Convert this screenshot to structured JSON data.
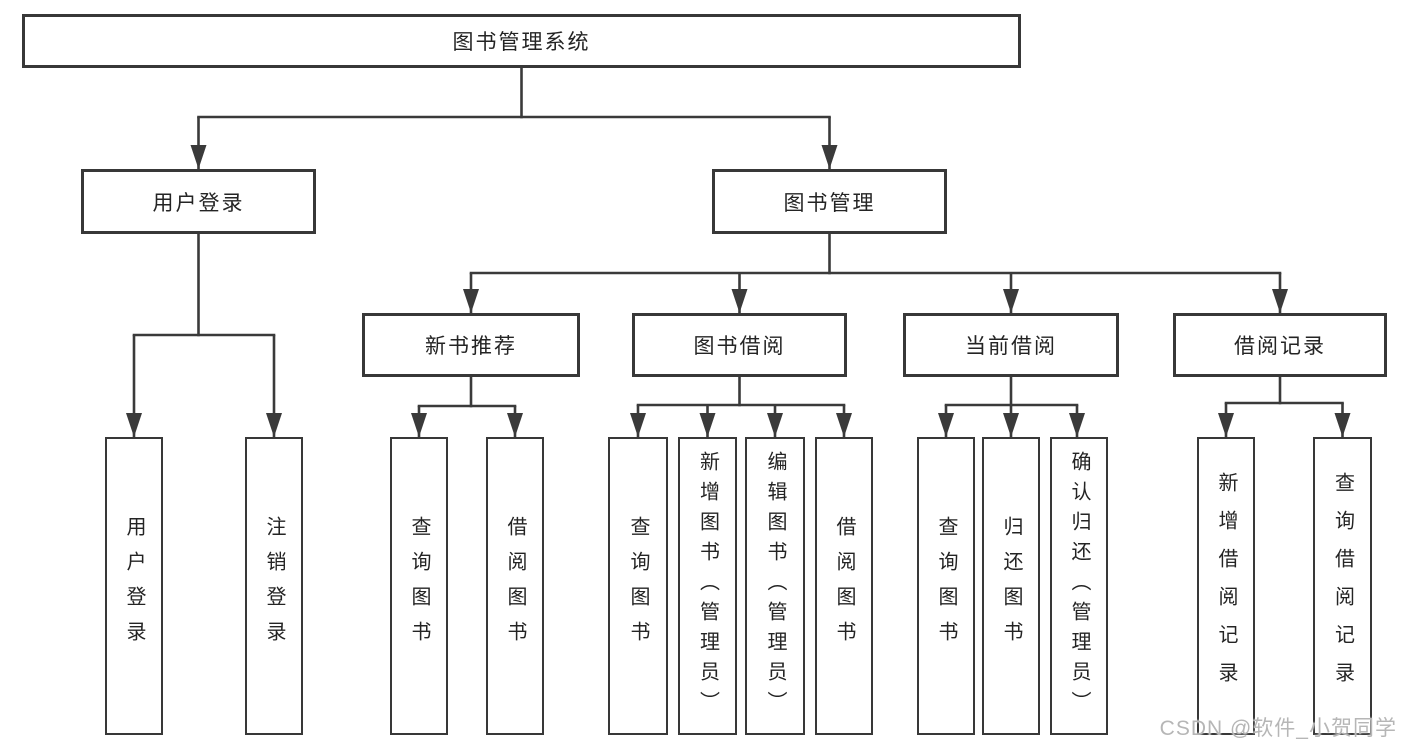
{
  "tree": {
    "label": "图书管理系统",
    "children": [
      {
        "label": "用户登录",
        "children": [
          {
            "label": "用户登录"
          },
          {
            "label": "注销登录"
          }
        ]
      },
      {
        "label": "图书管理",
        "children": [
          {
            "label": "新书推荐",
            "children": [
              {
                "label": "查询图书"
              },
              {
                "label": "借阅图书"
              }
            ]
          },
          {
            "label": "图书借阅",
            "children": [
              {
                "label": "查询图书"
              },
              {
                "label": "新增图书（管理员）"
              },
              {
                "label": "编辑图书（管理员）"
              },
              {
                "label": "借阅图书"
              }
            ]
          },
          {
            "label": "当前借阅",
            "children": [
              {
                "label": "查询图书"
              },
              {
                "label": "归还图书"
              },
              {
                "label": "确认归还（管理员）"
              }
            ]
          },
          {
            "label": "借阅记录",
            "children": [
              {
                "label": "新增借阅记录"
              },
              {
                "label": "查询借阅记录"
              }
            ]
          }
        ]
      }
    ]
  },
  "watermark": {
    "text": "CSDN @软件_小贺同学"
  },
  "colors": {
    "line": "#3a3a3a",
    "box_border": "#383838",
    "text": "#242424",
    "watermark": "#b6b6b6",
    "background": "#ffffff"
  }
}
